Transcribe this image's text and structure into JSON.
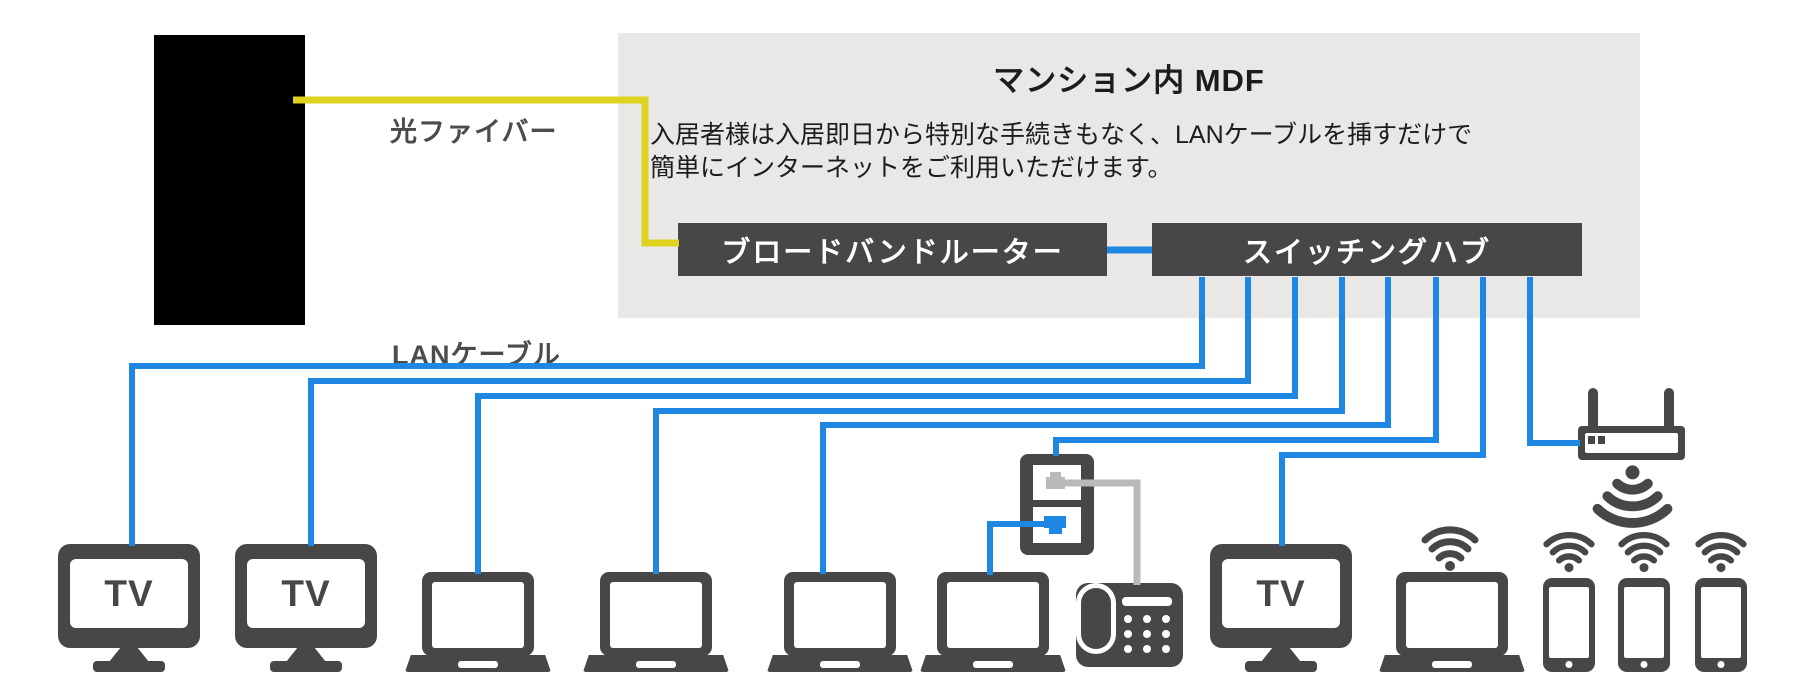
{
  "colors": {
    "blue": "#1e87e4",
    "yellow": "#ddd31f",
    "dark": "#474747",
    "panel_bg": "#e9e8e6",
    "black": "#000000",
    "text_dark": "#1c1c1c",
    "label_gray": "#4c4c4c",
    "cable_gray": "#b9b9b9",
    "white": "#ffffff"
  },
  "labels": {
    "fiber": "光ファイバー",
    "lan": "LANケーブル"
  },
  "mdf": {
    "title": "マンション内 MDF",
    "description_line1": "入居者様は入居即日から特別な手続きもなく、LANケーブルを挿すだけで",
    "description_line2": "簡単にインターネットをご利用いただけます。",
    "router_label": "ブロードバンドルーター",
    "hub_label": "スイッチングハブ"
  },
  "devices": {
    "tv_label": "TV"
  },
  "icons": {
    "wifi": "wifi-signal-icon",
    "wifi_beacon": "wifi-broadcast-icon"
  }
}
